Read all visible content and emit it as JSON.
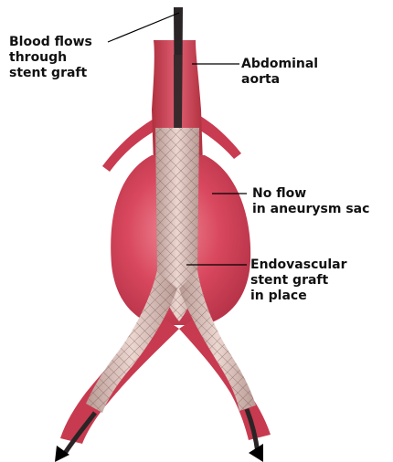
{
  "labels": {
    "blood_flows": [
      "Blood flows",
      "through",
      "stent graft"
    ],
    "abdominal_aorta": [
      "Abdominal",
      "aorta"
    ],
    "no_flow": [
      "No flow",
      "in aneurysm sac"
    ],
    "stent_graft": [
      "Endovascular",
      "stent graft",
      "in place"
    ]
  },
  "colors": {
    "vessel": "#cc3d52",
    "vessel_dark": "#a82a3e",
    "sac": "#d9485e",
    "graft": "#d8b8b0",
    "catheter": "#2a2426",
    "leader": "#000000"
  }
}
